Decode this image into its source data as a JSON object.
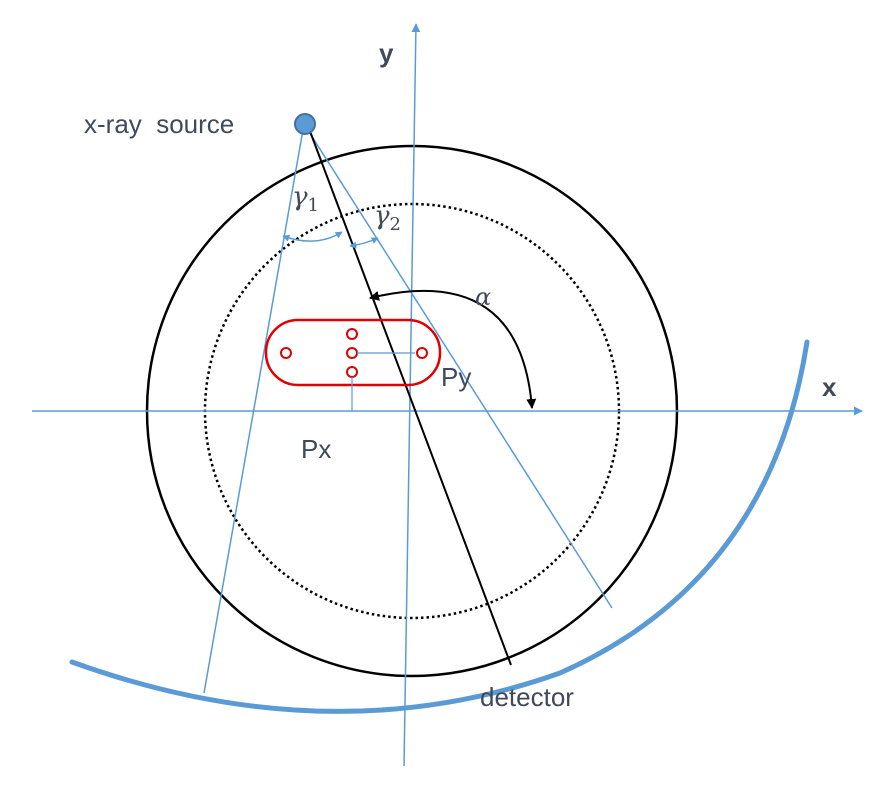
{
  "labels": {
    "y_axis": "y",
    "x_axis": "x",
    "source": "x-ray  source",
    "gamma1_symbol": "γ",
    "gamma1_sub": "1",
    "gamma2_symbol": "γ",
    "gamma2_sub": "2",
    "alpha": "α",
    "py": "Py",
    "px": "Px",
    "detector": "detector"
  },
  "colors": {
    "axis": "#5b9bd5",
    "detector_arc": "#5b9bd5",
    "circle": "#000000",
    "object": "#e00000",
    "source_fill": "#5b9bd5",
    "source_stroke": "#41719c",
    "text": "#404a5a"
  }
}
